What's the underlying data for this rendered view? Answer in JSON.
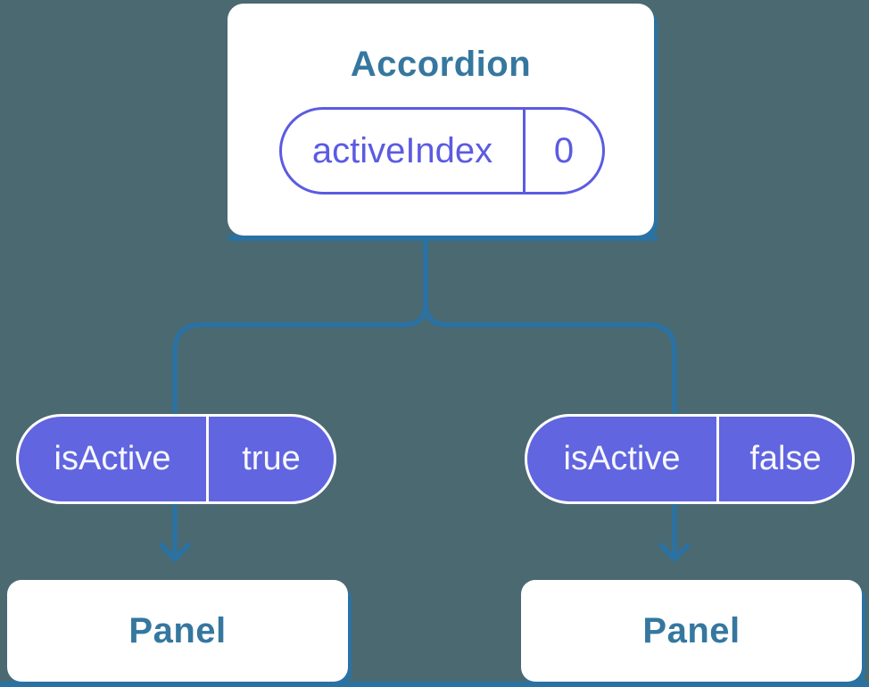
{
  "diagram": {
    "colors": {
      "background": "#4b6971",
      "connector_blue": "#2a72a3",
      "node_fill": "#ffffff",
      "node_title_text": "#35779f",
      "pill_fill_purple": "#6165e0",
      "pill_outline_purple": "#5b5be2",
      "pill_filled_text": "#ffffff"
    },
    "root_node": {
      "title": "Accordion",
      "state_pill": {
        "name": "activeIndex",
        "value": "0"
      }
    },
    "children": [
      {
        "prop_pill": {
          "name": "isActive",
          "value": "true"
        },
        "panel": {
          "title": "Panel"
        }
      },
      {
        "prop_pill": {
          "name": "isActive",
          "value": "false"
        },
        "panel": {
          "title": "Panel"
        }
      }
    ]
  }
}
